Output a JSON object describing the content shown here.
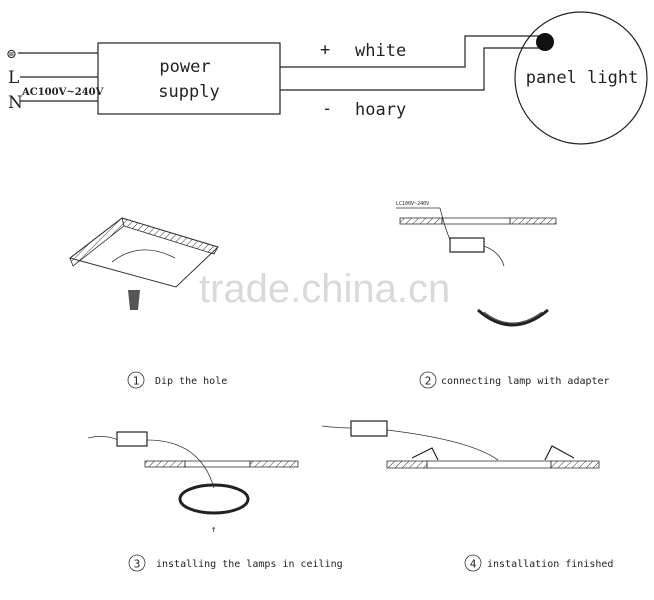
{
  "wiring": {
    "ground_symbol": "⊜",
    "terminal_l": "L",
    "terminal_n": "N",
    "voltage": "AC100V~240V",
    "power_supply_line1": "power",
    "power_supply_line2": "supply",
    "plus_sign": "+",
    "plus_wire": "white",
    "minus_sign": "-",
    "minus_wire": "hoary",
    "panel_light": "panel light"
  },
  "watermark": "trade.china.cn",
  "steps": [
    {
      "num": "1",
      "label": "Dip the hole"
    },
    {
      "num": "2",
      "label": "connecting lamp with adapter"
    },
    {
      "num": "3",
      "label": "installing the lamps in ceiling"
    },
    {
      "num": "4",
      "label": "installation finished"
    }
  ],
  "small_texts": {
    "step2_voltage": "LC100V~240V",
    "step3_arrow": "↑"
  },
  "colors": {
    "ink": "#222222",
    "watermark": "#d9d9d9"
  }
}
